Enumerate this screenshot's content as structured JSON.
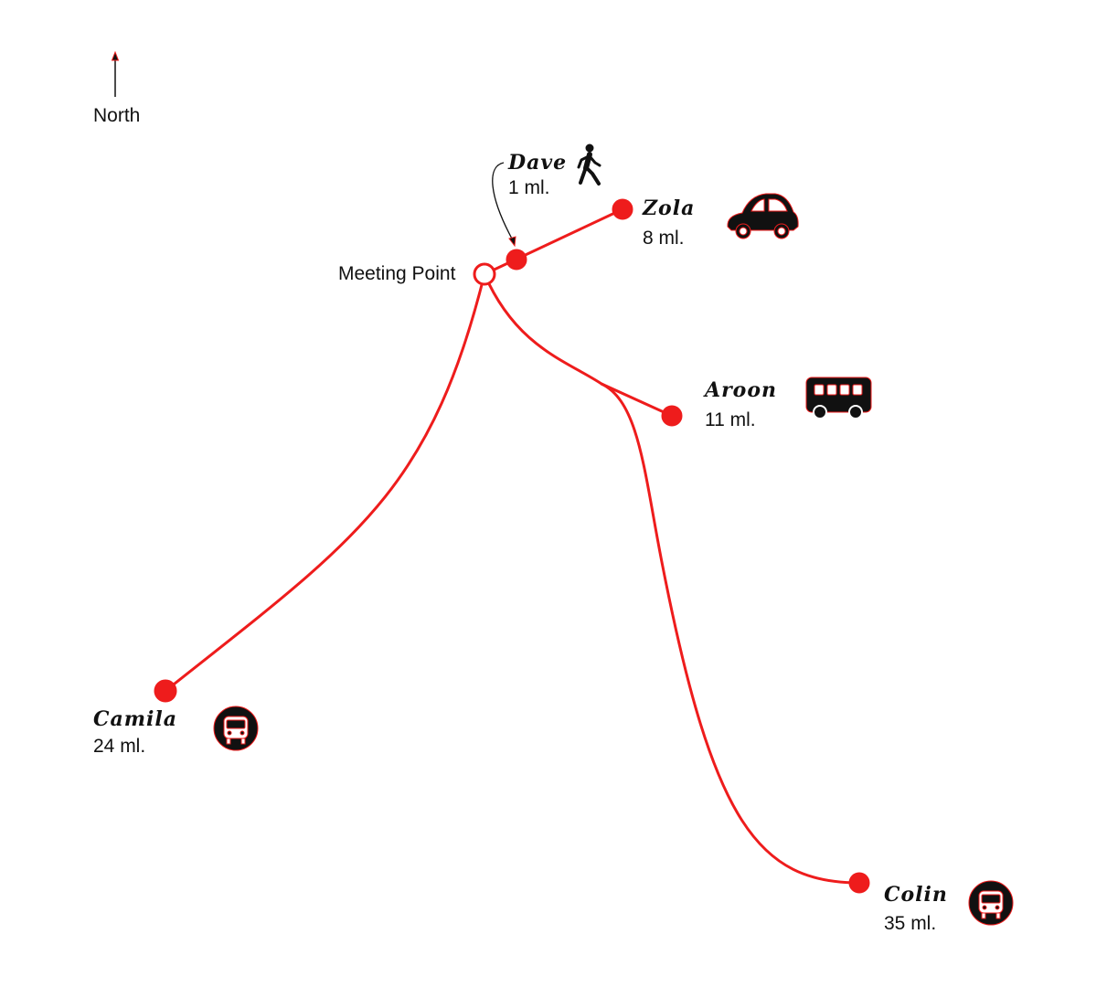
{
  "compass": {
    "label": "North",
    "icon": "north-arrow-icon"
  },
  "meeting_point": {
    "label": "Meeting Point"
  },
  "route_color": "#ee1c1c",
  "people": [
    {
      "id": "dave",
      "name": "Dave",
      "distance": "1 ml.",
      "mode": "walking",
      "icon": "pedestrian-icon"
    },
    {
      "id": "zola",
      "name": "Zola",
      "distance": "8 ml.",
      "mode": "car",
      "icon": "car-icon"
    },
    {
      "id": "aroon",
      "name": "Aroon",
      "distance": "11 ml.",
      "mode": "bus",
      "icon": "bus-icon"
    },
    {
      "id": "camila",
      "name": "Camila",
      "distance": "24 ml.",
      "mode": "train",
      "icon": "train-icon"
    },
    {
      "id": "colin",
      "name": "Colin",
      "distance": "35 ml.",
      "mode": "train",
      "icon": "train-icon"
    }
  ]
}
